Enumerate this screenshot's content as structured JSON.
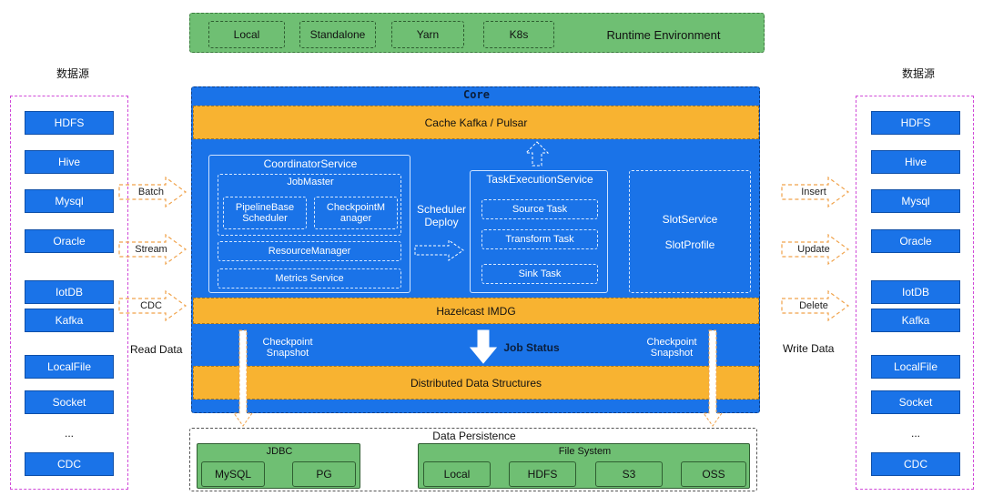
{
  "runtime": {
    "items": [
      "Local",
      "Standalone",
      "Yarn",
      "K8s"
    ],
    "label": "Runtime Environment"
  },
  "left": {
    "title": "数据源",
    "items": [
      "HDFS",
      "Hive",
      "Mysql",
      "Oracle",
      "IotDB",
      "Kafka",
      "LocalFile",
      "Socket",
      "...",
      "CDC"
    ],
    "caption": "Read Data",
    "arrows": [
      "Batch",
      "Stream",
      "CDC"
    ]
  },
  "right": {
    "title": "数据源",
    "items": [
      "HDFS",
      "Hive",
      "Mysql",
      "Oracle",
      "IotDB",
      "Kafka",
      "LocalFile",
      "Socket",
      "...",
      "CDC"
    ],
    "caption": "Write Data",
    "arrows": [
      "Insert",
      "Update",
      "Delete"
    ]
  },
  "core": {
    "title": "Core",
    "cache": "Cache Kafka / Pulsar",
    "coordinator": {
      "title": "CoordinatorService",
      "jobmaster": "JobMaster",
      "pipeline_line1": "PipelineBase",
      "pipeline_line2": "Scheduler",
      "checkpoint_line1": "CheckpointM",
      "checkpoint_line2": "anager",
      "resource": "ResourceManager",
      "metrics": "Metrics Service"
    },
    "scheduler_line1": "Scheduler",
    "scheduler_line2": "Deploy",
    "task": {
      "title": "TaskExecutionService",
      "items": [
        "Source Task",
        "Transform Task",
        "Sink Task"
      ]
    },
    "slot": {
      "line1": "SlotService",
      "line2": "SlotProfile"
    },
    "hazelcast": "Hazelcast IMDG",
    "checkpoint_left_1": "Checkpoint",
    "checkpoint_left_2": "Snapshot",
    "job_status": "Job Status",
    "checkpoint_right_1": "Checkpoint",
    "checkpoint_right_2": "Snapshot",
    "distributed": "Distributed Data Structures"
  },
  "persistence": {
    "title": "Data Persistence",
    "jdbc": {
      "title": "JDBC",
      "items": [
        "MySQL",
        "PG"
      ]
    },
    "fs": {
      "title": "File System",
      "items": [
        "Local",
        "HDFS",
        "S3",
        "OSS"
      ]
    }
  },
  "colors": {
    "core_blue": "#1a73e8",
    "orange": "#f8b331",
    "green": "#6fbf73",
    "panel_border": "#d04ad8"
  }
}
